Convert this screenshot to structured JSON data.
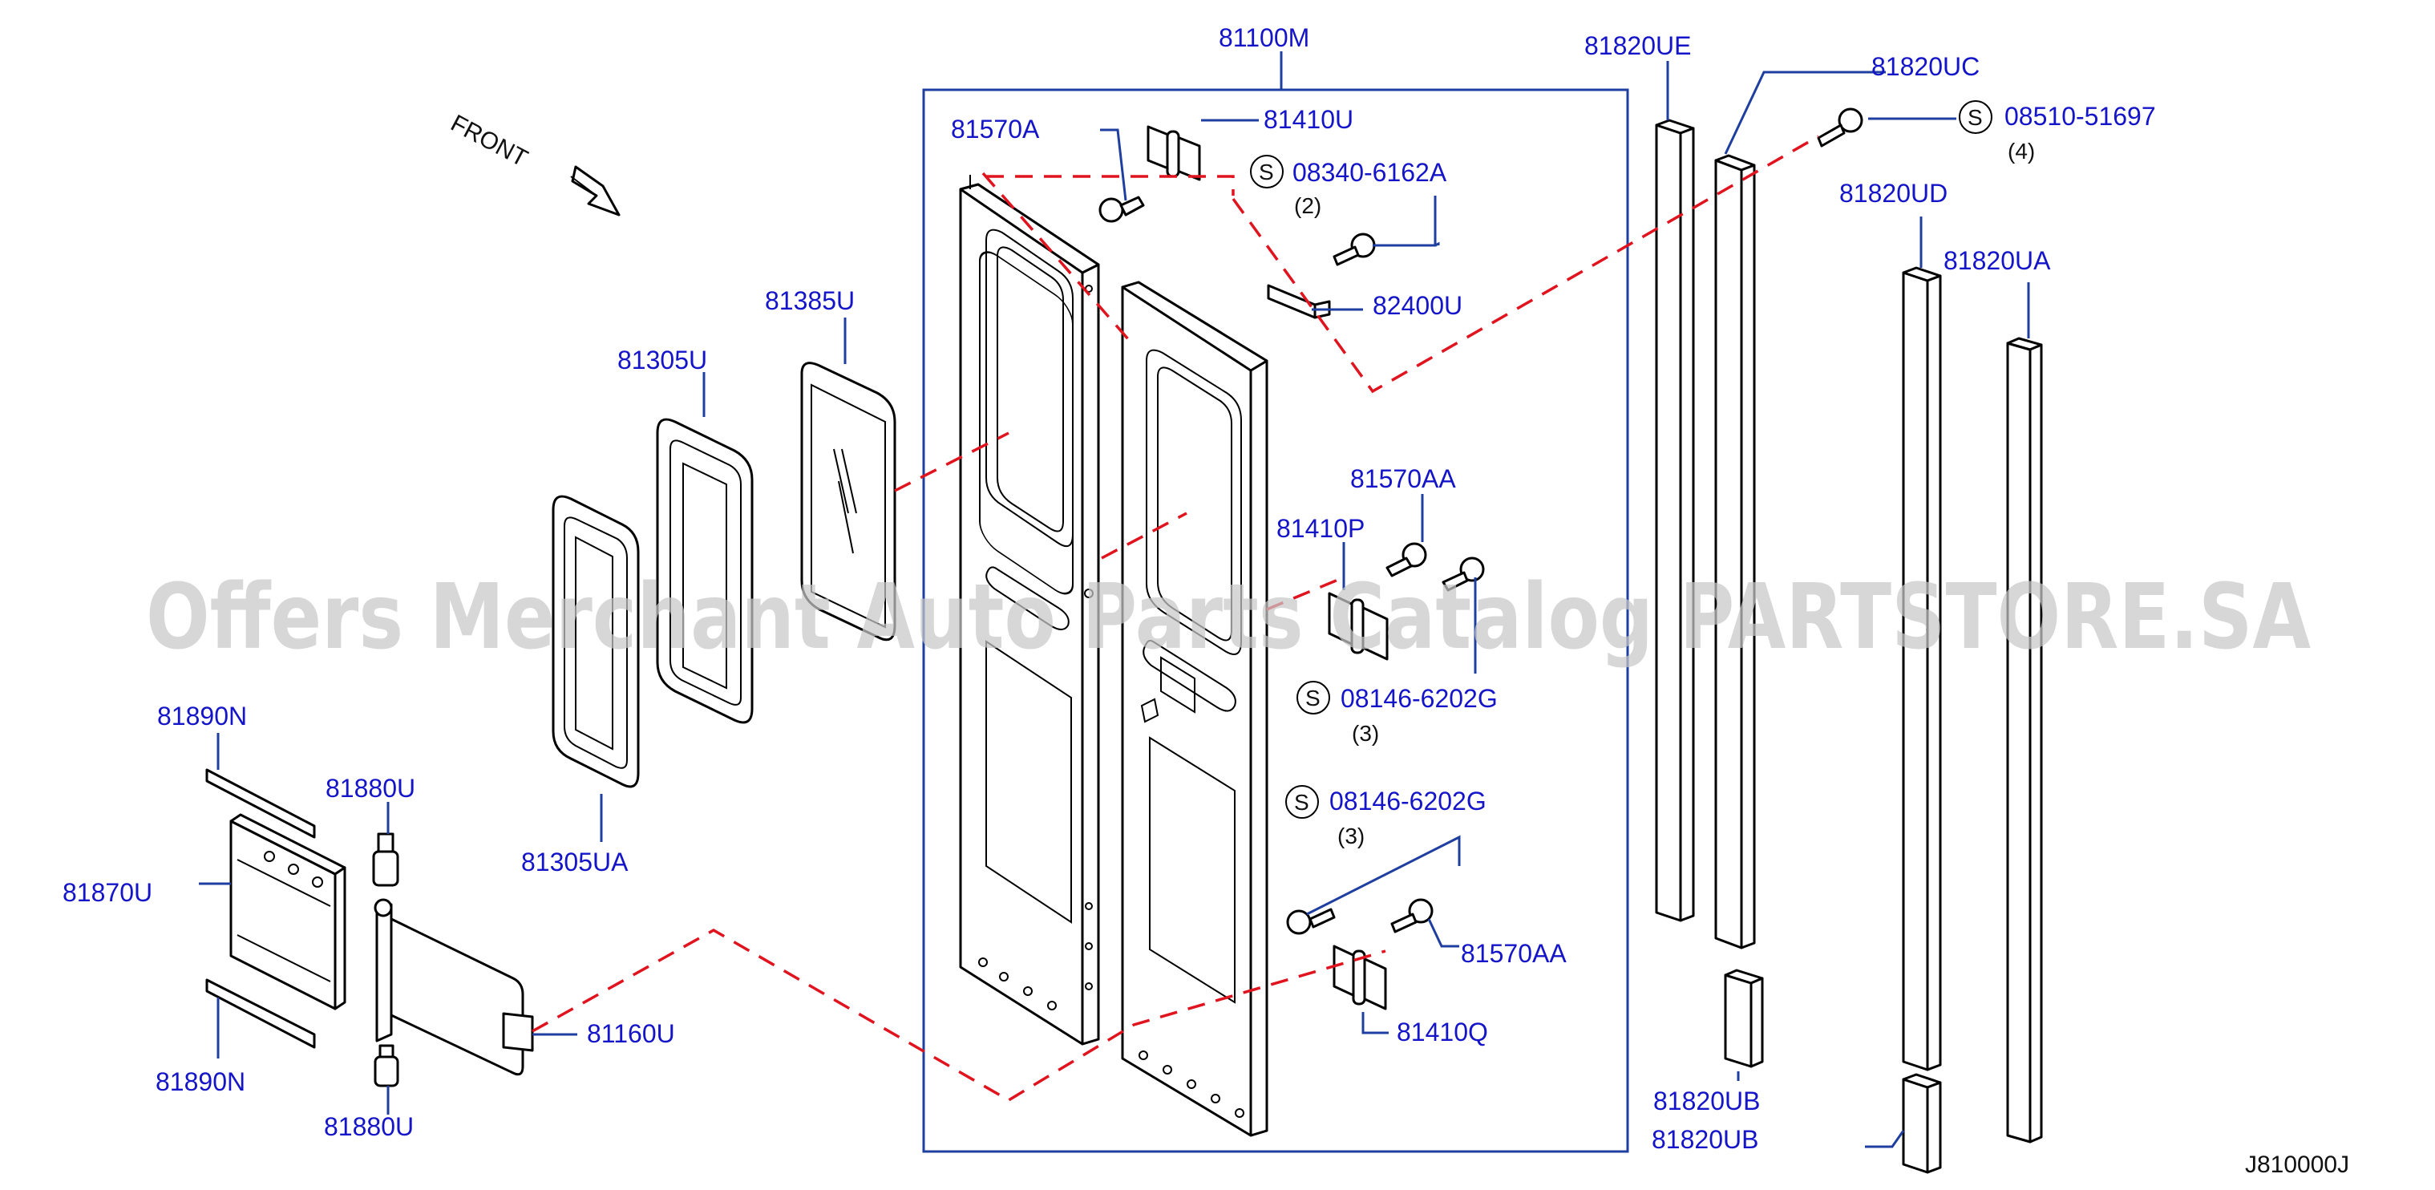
{
  "diagram": {
    "front_label": "FRONT",
    "figure_code": "J810000J",
    "watermark": "Offers Merchant Auto Parts Catalog PARTSTORE.SA",
    "colors": {
      "callout": "#1414c8",
      "leader": "#1f3fa0",
      "phantom_line": "#e0141e",
      "outline": "#000000"
    },
    "labels": {
      "p81100M": "81100M",
      "p81570A": "81570A",
      "p81410U": "81410U",
      "s08340": "08340-6162A",
      "q08340": "(2)",
      "p82400U": "82400U",
      "p81385U": "81385U",
      "p81305U": "81305U",
      "p81305UA": "81305UA",
      "p81570AA_top": "81570AA",
      "p81410P": "81410P",
      "s08146_a": "08146-6202G",
      "q08146_a": "(3)",
      "s08146_b": "08146-6202G",
      "q08146_b": "(3)",
      "p81570AA_bottom": "81570AA",
      "p81410Q": "81410Q",
      "p81890N_top": "81890N",
      "p81880U_top": "81880U",
      "p81870U": "81870U",
      "p81160U": "81160U",
      "p81890N_bottom": "81890N",
      "p81880U_bottom": "81880U",
      "p81820UE": "81820UE",
      "p81820UC": "81820UC",
      "s08510": "08510-51697",
      "q08510": "(4)",
      "p81820UD": "81820UD",
      "p81820UA": "81820UA",
      "p81820UB_1": "81820UB",
      "p81820UB_2": "81820UB",
      "s_mark": "S"
    }
  }
}
